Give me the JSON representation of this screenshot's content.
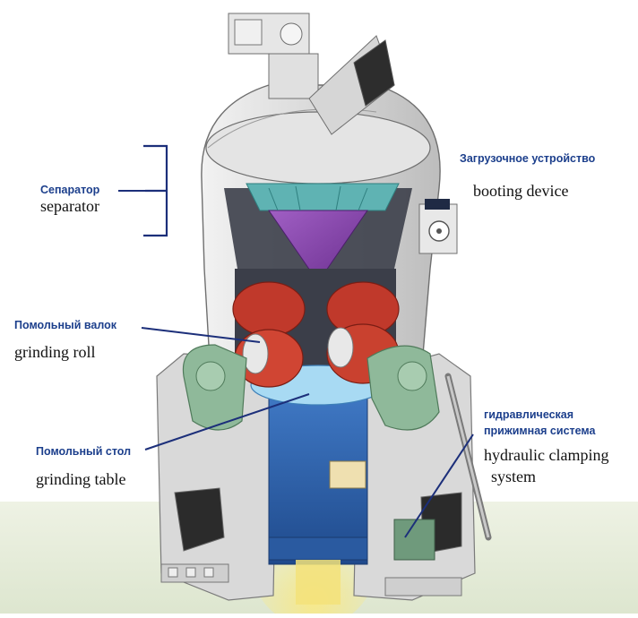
{
  "labels": {
    "separator": {
      "ru": "Сепаратор",
      "en": "separator"
    },
    "booting_device": {
      "ru": "Загрузочное устройство",
      "en": "booting device"
    },
    "grinding_roll": {
      "ru": "Помольный валок",
      "en": "grinding roll"
    },
    "grinding_table": {
      "ru": "Помольный стол",
      "en": "grinding table"
    },
    "hydraulic_clamping": {
      "ru_line1": "гидравлическая",
      "ru_line2": "прижимная система",
      "en_line1": "hydraulic clamping",
      "en_line2": "system"
    }
  },
  "colors": {
    "label_ru": "#1c3f8c",
    "leader_line": "#1c2f7a",
    "mill_body": "#dcdcdc",
    "separator_rotor": "#8e44ad",
    "separator_vanes": "#5fb3b3",
    "grinding_roll": "#c0392b",
    "green_housing": "#8fb99a",
    "table_blue": "#2f5fa8",
    "light_blue": "#9fd3f0",
    "yellow_glow": "#f3e27a",
    "floor": "#e6ecd9"
  }
}
